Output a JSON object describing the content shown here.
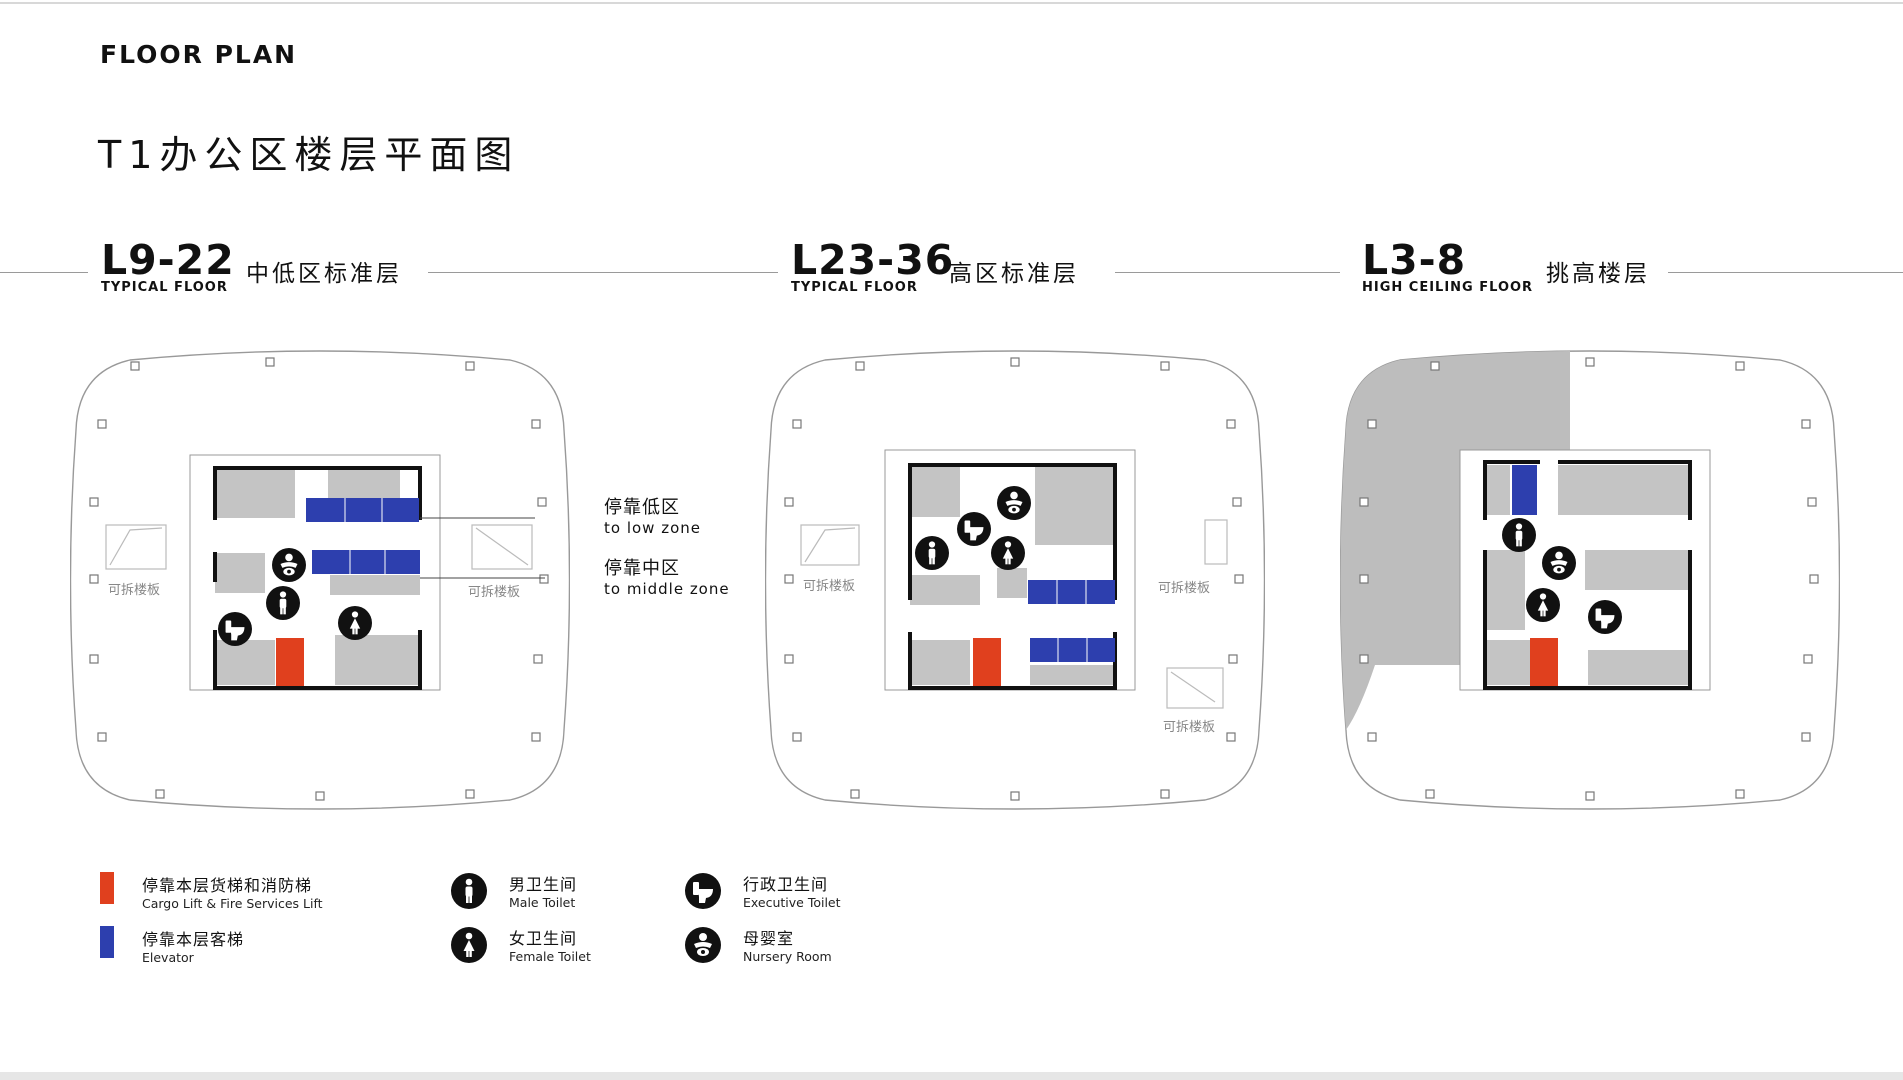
{
  "header": {
    "kicker": "FLOOR PLAN",
    "title": "T1办公区楼层平面图"
  },
  "sections": [
    {
      "code": "L9-22",
      "subtitle": "TYPICAL FLOOR",
      "name_cn": "中低区标准层"
    },
    {
      "code": "L23-36",
      "subtitle": "TYPICAL FLOOR",
      "name_cn": "高区标准层"
    },
    {
      "code": "L3-8",
      "subtitle": "HIGH CEILING FLOOR",
      "name_cn": "挑高楼层"
    }
  ],
  "annotations": [
    {
      "cn": "停靠低区",
      "en": "to low zone"
    },
    {
      "cn": "停靠中区",
      "en": "to middle zone"
    }
  ],
  "removable_slab_label": "可拆楼板",
  "legend": [
    {
      "cn": "停靠本层货梯和消防梯",
      "en": "Cargo Lift & Fire Services Lift",
      "color": "#e0401e"
    },
    {
      "cn": "停靠本层客梯",
      "en": "Elevator",
      "color": "#2d3fae"
    },
    {
      "cn": "男卫生间",
      "en": "Male Toilet",
      "icon": "male-toilet-icon"
    },
    {
      "cn": "女卫生间",
      "en": "Female Toilet",
      "icon": "female-toilet-icon"
    },
    {
      "cn": "行政卫生间",
      "en": "Executive Toilet",
      "icon": "executive-toilet-icon"
    },
    {
      "cn": "母婴室",
      "en": "Nursery Room",
      "icon": "nursery-room-icon"
    }
  ],
  "colors": {
    "elevator": "#2d3fae",
    "cargo_lift": "#e0401e",
    "core_gray": "#c4c4c4",
    "wall": "#111111"
  }
}
